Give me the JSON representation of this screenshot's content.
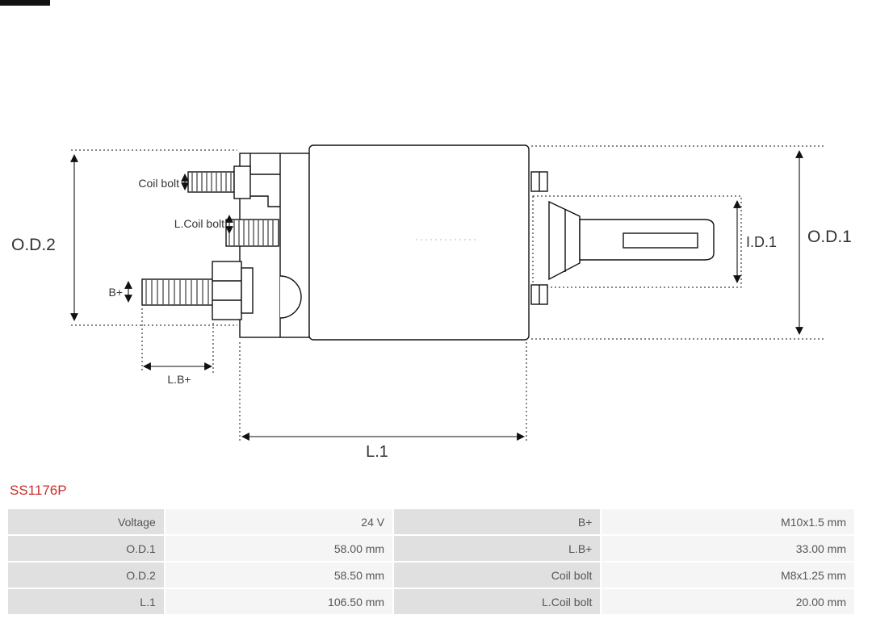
{
  "part_number": "SS1176P",
  "diagram": {
    "labels": {
      "od2": "O.D.2",
      "od1": "O.D.1",
      "id1": "I.D.1",
      "l1": "L.1",
      "lb_plus": "L.B+",
      "b_plus": "B+",
      "coil_bolt": "Coil bolt",
      "l_coil_bolt": "L.Coil bolt"
    }
  },
  "table": {
    "rows": [
      [
        "Voltage",
        "24 V",
        "B+",
        "M10x1.5 mm"
      ],
      [
        "O.D.1",
        "58.00 mm",
        "L.B+",
        "33.00 mm"
      ],
      [
        "O.D.2",
        "58.50 mm",
        "Coil bolt",
        "M8x1.25 mm"
      ],
      [
        "L.1",
        "106.50 mm",
        "L.Coil bolt",
        "20.00 mm"
      ]
    ]
  },
  "colors": {
    "part_number_red": "#c9302c",
    "label_cell_bg": "#e0e0e0",
    "value_cell_bg": "#f5f5f5",
    "line_color": "#111111"
  }
}
